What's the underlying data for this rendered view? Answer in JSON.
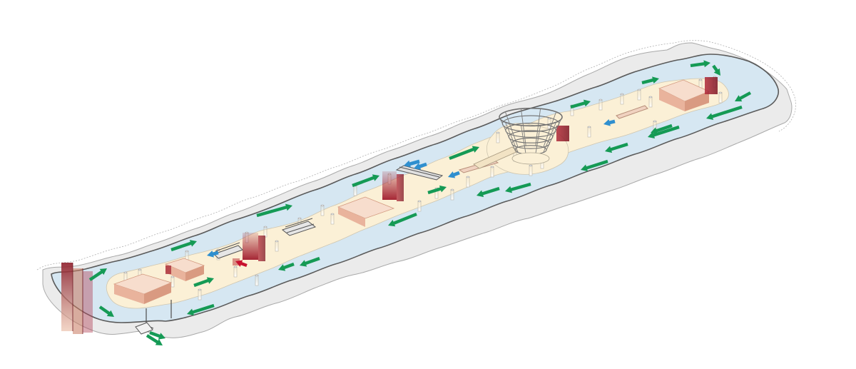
{
  "diagram": {
    "kind": "isometric airflow diagram",
    "labels": [],
    "colors": {
      "outer_shell": "#ebebeb",
      "shell_edge": "#a9a9a9",
      "air_space": "#d6e7f2",
      "floor": "#fbf0d6",
      "inner_edge": "#4d4d4d",
      "fresh_air_arrow": "#159a55",
      "cool_air_arrow": "#2f8fcf",
      "warm_air_arrow": "#c8102e",
      "block_light": "#f1cbb5",
      "block_dark": "#a11c2c"
    },
    "elements": {
      "arrows_fresh": 26,
      "arrows_cool": 5,
      "arrows_warm": 1,
      "heat_zones": 6,
      "escalators": 4,
      "lantern_structure": 1
    }
  }
}
